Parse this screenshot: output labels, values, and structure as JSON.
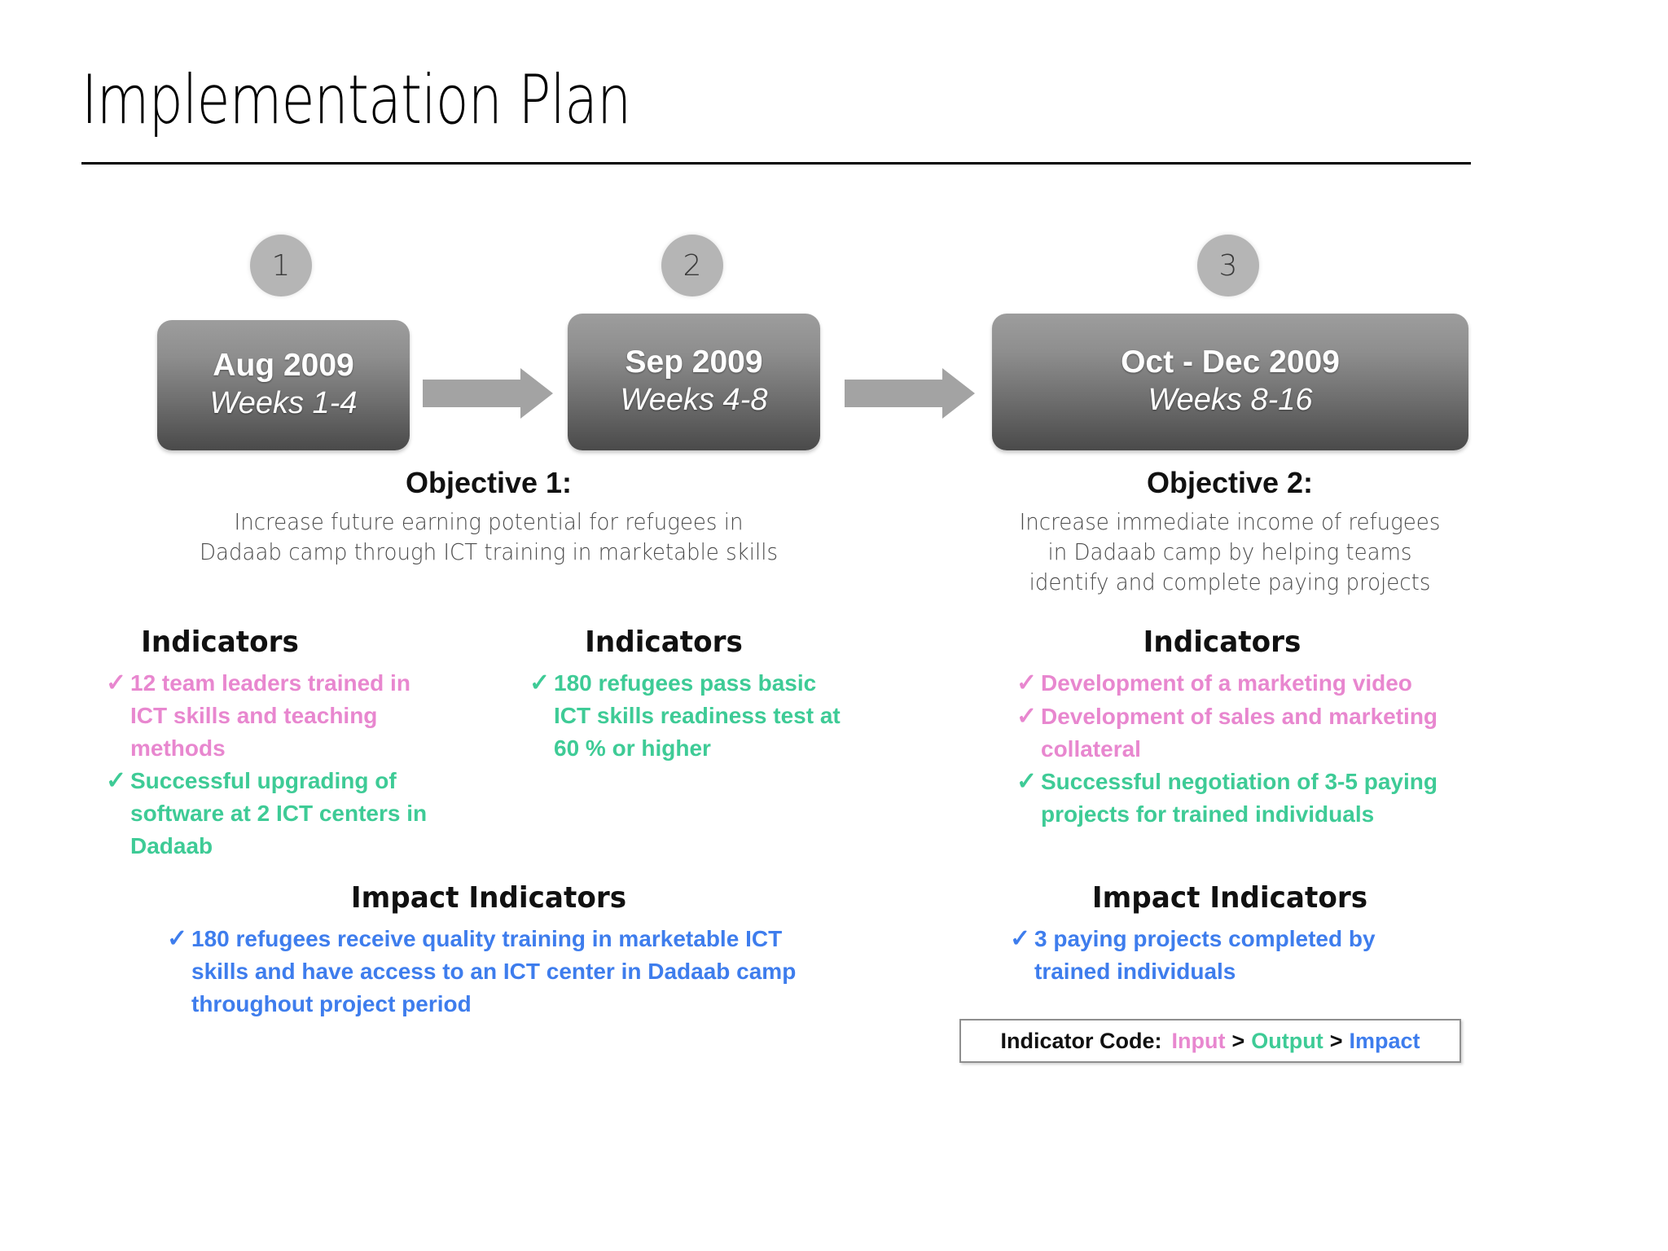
{
  "slide": {
    "title": "Implementation Plan"
  },
  "timeline": {
    "steps": [
      {
        "badge": "1",
        "period": "Aug 2009",
        "weeks": "Weeks 1-4"
      },
      {
        "badge": "2",
        "period": "Sep 2009",
        "weeks": "Weeks 4-8"
      },
      {
        "badge": "3",
        "period": "Oct - Dec 2009",
        "weeks": "Weeks 8-16"
      }
    ],
    "arrow_icon": "right-arrow-icon"
  },
  "objectives": [
    {
      "heading": "Objective 1:",
      "line1": "Increase future earning potential for refugees in",
      "line2": "Dadaab camp through ICT training in marketable skills",
      "line3": ""
    },
    {
      "heading": "Objective 2:",
      "line1": "Increase immediate income of refugees",
      "line2": "in Dadaab camp by helping teams",
      "line3": "identify and complete paying projects"
    }
  ],
  "indicator_columns": [
    {
      "heading": "Indicators",
      "items": [
        {
          "tick": "✓",
          "code": "input",
          "text": "12 team leaders trained in ICT skills and teaching methods"
        },
        {
          "tick": "✓",
          "code": "output",
          "text": "Successful upgrading of software at 2 ICT centers in Dadaab"
        }
      ]
    },
    {
      "heading": "Indicators",
      "items": [
        {
          "tick": "✓",
          "code": "output",
          "text": "180 refugees pass basic ICT skills readiness test at 60 % or higher"
        }
      ]
    },
    {
      "heading": "Indicators",
      "items": [
        {
          "tick": "✓",
          "code": "input",
          "text": "Development of a marketing video"
        },
        {
          "tick": "✓",
          "code": "input",
          "text": "Development of sales and marketing collateral"
        },
        {
          "tick": "✓",
          "code": "output",
          "text": "Successful negotiation of 3-5 paying projects for trained individuals"
        }
      ]
    }
  ],
  "impact_blocks": [
    {
      "heading": "Impact Indicators",
      "items": [
        {
          "tick": "✓",
          "code": "impact",
          "text": "180 refugees receive quality training in marketable ICT skills and have access to an ICT center in Dadaab camp throughout project period"
        }
      ]
    },
    {
      "heading": "Impact Indicators",
      "items": [
        {
          "tick": "✓",
          "code": "impact",
          "text": "3 paying projects completed by trained individuals"
        }
      ]
    }
  ],
  "legend": {
    "label": "Indicator Code:",
    "input": "Input",
    "separator1": ">",
    "output": "Output",
    "separator2": ">",
    "impact": "Impact"
  },
  "colors": {
    "input": "#e887cf",
    "output": "#3ecb96",
    "impact": "#3e7ded",
    "box_gradient_top": "#9d9d9d",
    "box_gradient_bottom": "#4a4a4a",
    "badge": "#b5b5b5",
    "arrow": "#a3a3a3"
  }
}
